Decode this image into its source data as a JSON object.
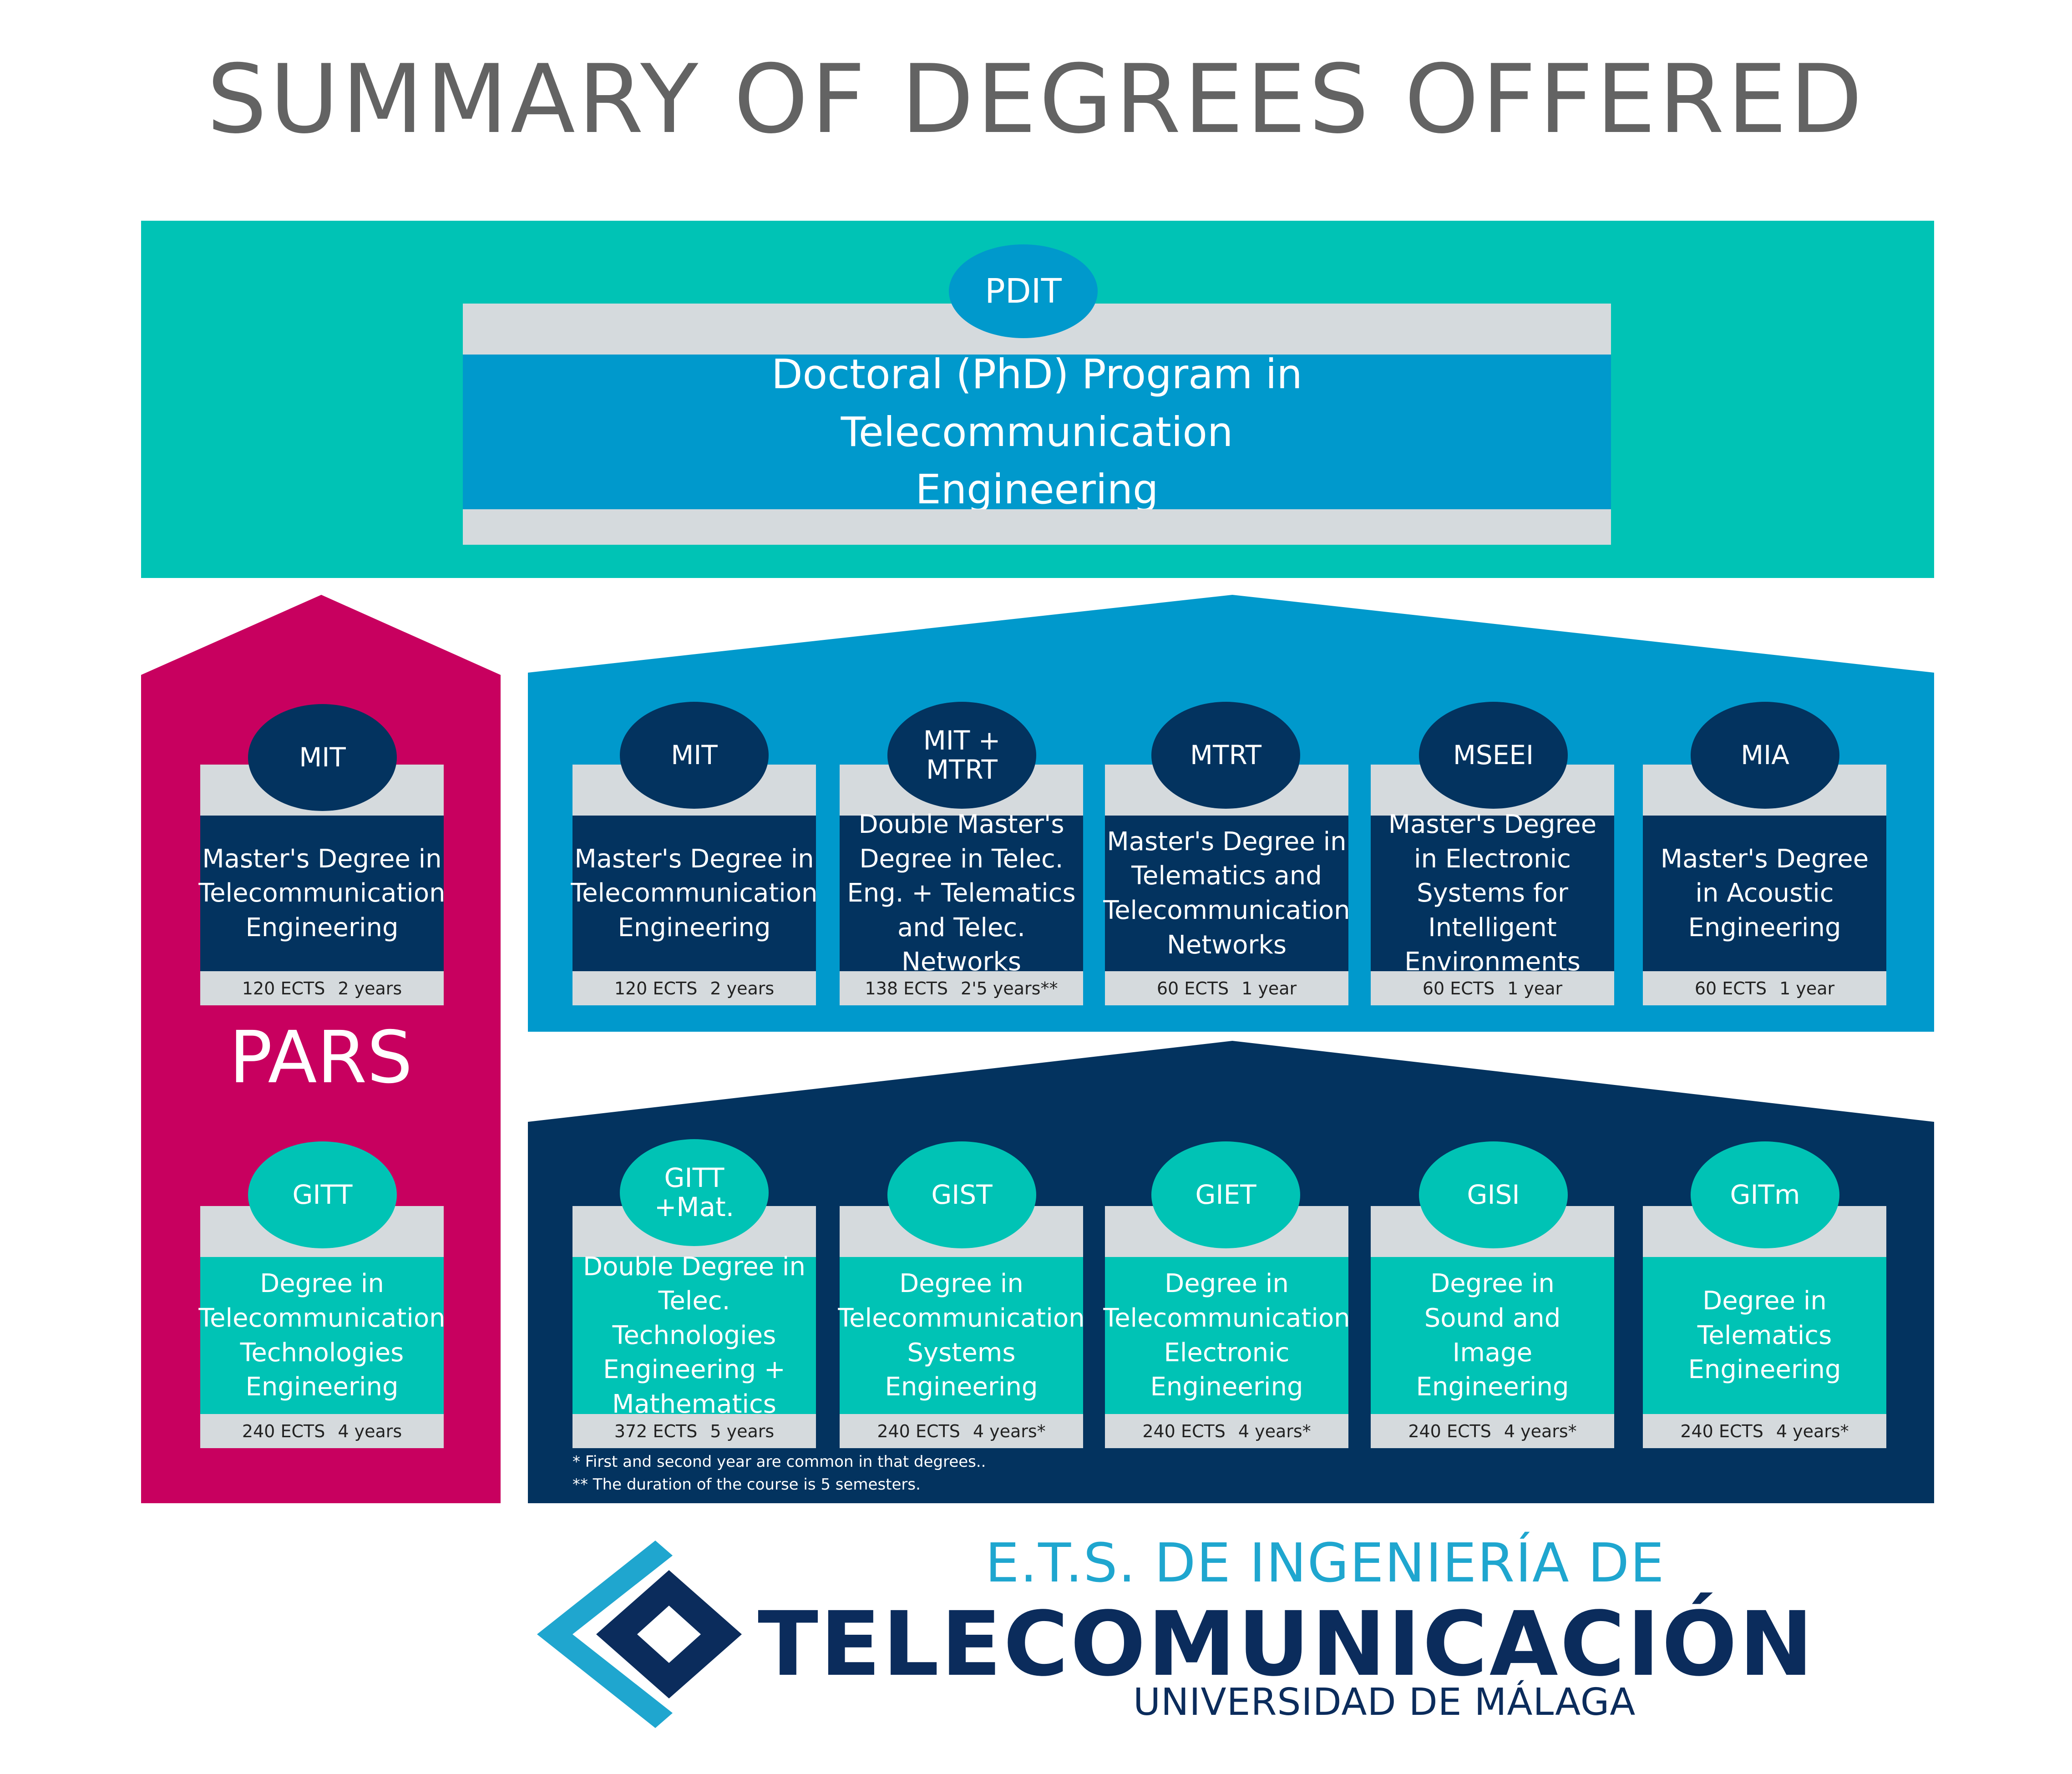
{
  "title": "SUMMARY OF DEGREES OFFERED",
  "phd": {
    "code": "PDIT",
    "name": "Doctoral (PhD) Program in Telecommunication Engineering"
  },
  "pars": {
    "label": "PARS",
    "master": {
      "code": "MIT",
      "name": "Master's Degree in Telecommunication Engineering",
      "ects": "120 ECTS",
      "duration": "2 years"
    },
    "degree": {
      "code": "GITT",
      "name": "Degree in Telecommunication Technologies Engineering",
      "ects": "240 ECTS",
      "duration": "4 years"
    }
  },
  "masters": [
    {
      "code": "MIT",
      "name": "Master's Degree in Telecommunication Engineering",
      "ects": "120 ECTS",
      "duration": "2 years"
    },
    {
      "code": "MIT +\nMTRT",
      "name": "Double Master's Degree in Telec. Eng. + Telematics and Telec. Networks",
      "ects": "138 ECTS",
      "duration": "2'5 years**"
    },
    {
      "code": "MTRT",
      "name": "Master's Degree in Telematics and Telecommunication Networks",
      "ects": "60 ECTS",
      "duration": "1 year"
    },
    {
      "code": "MSEEI",
      "name": "Master's Degree in Electronic Systems for Intelligent Environments",
      "ects": "60 ECTS",
      "duration": "1 year"
    },
    {
      "code": "MIA",
      "name": "Master's Degree in Acoustic Engineering",
      "ects": "60 ECTS",
      "duration": "1 year"
    }
  ],
  "degrees": [
    {
      "code": "GITT\n+Mat.",
      "name": "Double Degree in Telec. Technologies Engineering + Mathematics",
      "ects": "372 ECTS",
      "duration": "5 years"
    },
    {
      "code": "GIST",
      "name": "Degree in Telecommunication Systems Engineering",
      "ects": "240 ECTS",
      "duration": "4 years*"
    },
    {
      "code": "GIET",
      "name": "Degree in Telecommunication Electronic Engineering",
      "ects": "240 ECTS",
      "duration": "4 years*"
    },
    {
      "code": "GISI",
      "name": "Degree in Sound and Image Engineering",
      "ects": "240 ECTS",
      "duration": "4 years*"
    },
    {
      "code": "GITm",
      "name": "Degree in Telematics Engineering",
      "ects": "240 ECTS",
      "duration": "4 years*"
    }
  ],
  "footnotes": [
    "* First and second year are common in that degrees..",
    "** The duration of the course is 5 semesters."
  ],
  "logo": {
    "line1": "E.T.S. DE INGENIERÍA DE",
    "line2": "TELECOMUNICACIÓN",
    "line3": "UNIVERSIDAD DE MÁLAGA"
  },
  "colors": {
    "teal": "#00c3b5",
    "blue": "#0099cc",
    "navy": "#03335f",
    "magenta": "#c8005f",
    "grey": "#d5dadd",
    "title": "#636363"
  }
}
